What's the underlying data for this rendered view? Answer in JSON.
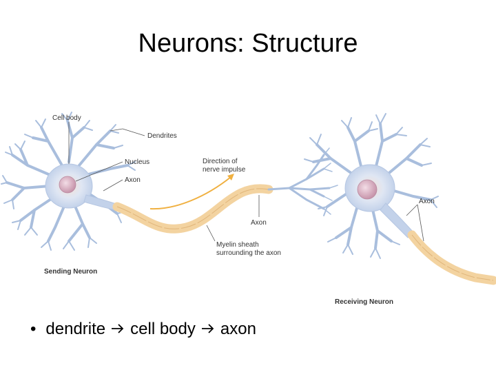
{
  "slide": {
    "title": "Neurons: Structure"
  },
  "diagram": {
    "labels": {
      "cell_body": "Cell body",
      "dendrites": "Dendrites",
      "nucleus": "Nucleus",
      "axon_left": "Axon",
      "direction_line1": "Direction of",
      "direction_line2": "nerve impulse",
      "axon_middle": "Axon",
      "myelin_line1": "Myelin sheath",
      "myelin_line2": "surrounding the axon",
      "axon_right": "Axon",
      "sending_neuron": "Sending Neuron",
      "receiving_neuron": "Receiving Neuron"
    },
    "colors": {
      "neuron_fill": "#c9d6ea",
      "neuron_stroke": "#9fb5d6",
      "nucleus": "#d8b4c4",
      "myelin": "#f3d3a0",
      "myelin_stroke": "#e0b57a",
      "impulse_arrow": "#f0b040",
      "leader_line": "#555555"
    }
  },
  "bullets": [
    {
      "part1": "dendrite",
      "part2": "cell body",
      "part3": "axon"
    }
  ]
}
